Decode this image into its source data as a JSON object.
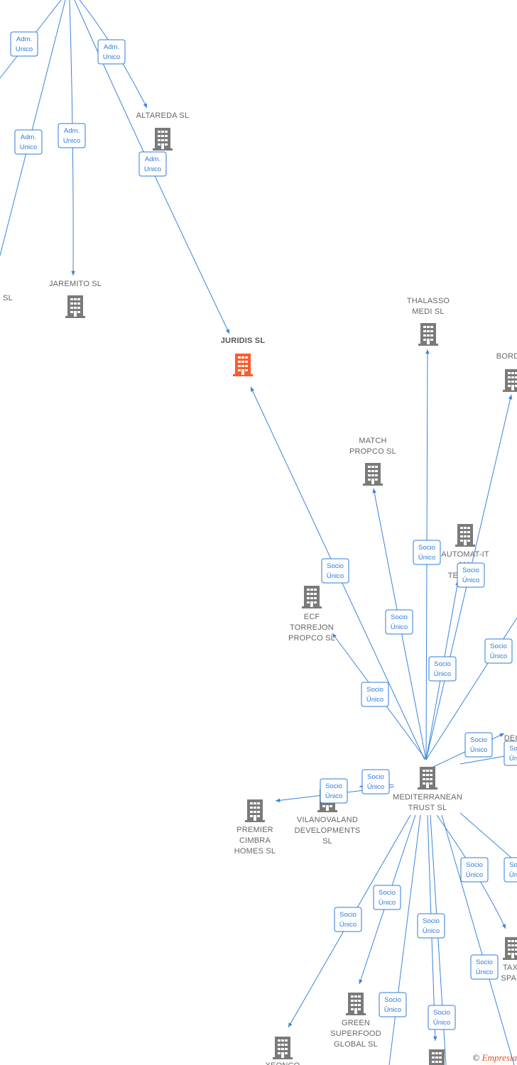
{
  "colors": {
    "edge": "#3a84dc",
    "node": "#7a7a7a",
    "focus_node": "#ff5b2a",
    "label": "#666666"
  },
  "nodes": [
    {
      "id": "altareda",
      "lines": [
        "ALTAREDA  SL"
      ],
      "focus": false
    },
    {
      "id": "jaremito",
      "lines": [
        "JAREMITO  SL"
      ],
      "focus": false
    },
    {
      "id": "left_sl",
      "lines": [
        "SL"
      ],
      "focus": false
    },
    {
      "id": "juridis",
      "lines": [
        "JURIDIS  SL"
      ],
      "focus": true
    },
    {
      "id": "thalasso",
      "lines": [
        "THALASSO",
        "MEDI  SL"
      ],
      "focus": false
    },
    {
      "id": "bordal",
      "lines": [
        "BORDAL"
      ],
      "focus": false
    },
    {
      "id": "match",
      "lines": [
        "MATCH",
        "PROPCO  SL"
      ],
      "focus": false
    },
    {
      "id": "automat",
      "lines": [
        "AUTOMAT-IT",
        "MA",
        "TEAM        SL"
      ],
      "focus": false
    },
    {
      "id": "ecf",
      "lines": [
        "ECF",
        "TORREJON",
        "PROPCO  SL"
      ],
      "focus": false
    },
    {
      "id": "mediterranean",
      "lines": [
        "MEDITERRANEAN",
        "TRUST  SL"
      ],
      "focus": false
    },
    {
      "id": "premier",
      "lines": [
        "PREMIER",
        "CIMBRA",
        "HOMES  SL"
      ],
      "focus": false
    },
    {
      "id": "vilanovaland",
      "lines": [
        "VILANOVALAND",
        "DEVELOPMENTS",
        "SL"
      ],
      "focus": false
    },
    {
      "id": "deg",
      "lines": [
        "DEG"
      ],
      "focus": false
    },
    {
      "id": "taxf",
      "lines": [
        "TAXF",
        "SPAIN"
      ],
      "focus": false
    },
    {
      "id": "green",
      "lines": [
        "GREEN",
        "SUPERFOOD",
        "GLOBAL  SL"
      ],
      "focus": false
    },
    {
      "id": "bottom_left",
      "lines": [
        "XEONCO"
      ],
      "focus": false
    },
    {
      "id": "bottom_mid",
      "lines": [],
      "focus": false
    }
  ],
  "edge_labels": [
    {
      "lines": [
        "Adm.",
        "Unico"
      ]
    },
    {
      "lines": [
        "Adm.",
        "Unico"
      ]
    },
    {
      "lines": [
        "Adm.",
        "Unico"
      ]
    },
    {
      "lines": [
        "Adm.",
        "Unico"
      ]
    },
    {
      "lines": [
        "Adm.",
        "Unico"
      ]
    },
    {
      "lines": [
        "Socio",
        "Único"
      ]
    },
    {
      "lines": [
        "Socio",
        "Único"
      ]
    },
    {
      "lines": [
        "Socio",
        "Único"
      ]
    },
    {
      "lines": [
        "Socio",
        "Único"
      ]
    },
    {
      "lines": [
        "Socio",
        "Único"
      ]
    },
    {
      "lines": [
        "Socio",
        "Único"
      ]
    },
    {
      "lines": [
        "Socio",
        "Único"
      ]
    },
    {
      "lines": [
        "Socio",
        "Único"
      ]
    },
    {
      "lines": [
        "Socio",
        "Único"
      ]
    },
    {
      "lines": [
        "Socio",
        "Único"
      ]
    },
    {
      "lines": [
        "Socio",
        "Único"
      ]
    },
    {
      "lines": [
        "Socio",
        "Único"
      ]
    },
    {
      "lines": [
        "Socio",
        "Único"
      ]
    },
    {
      "lines": [
        "Socio",
        "Único"
      ]
    },
    {
      "lines": [
        "Socio",
        "Único"
      ]
    },
    {
      "lines": [
        "Socio",
        "Único"
      ]
    },
    {
      "lines": [
        "Socio",
        "Único"
      ]
    },
    {
      "lines": [
        "Socio",
        "Único"
      ]
    }
  ],
  "watermark": {
    "copyright": "©",
    "brand": "Empresia"
  }
}
